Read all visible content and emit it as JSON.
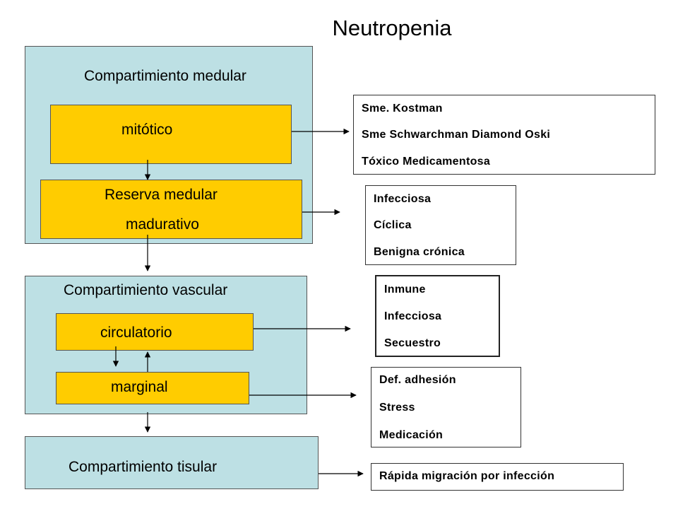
{
  "title": "Neutropenia",
  "medular": {
    "label": "Compartimiento medular",
    "mitotico": "mitótico",
    "reserva": "Reserva medular",
    "madurativo": "madurativo"
  },
  "vascular": {
    "label": "Compartimiento vascular",
    "circulatorio": "circulatorio",
    "marginal": "marginal"
  },
  "tisular": {
    "label": "Compartimiento tisular"
  },
  "causes": {
    "mitotico": [
      "Sme. Kostman",
      "Sme Schwarchman Diamond Oski",
      "Tóxico Medicamentosa"
    ],
    "madurativo": [
      "Infecciosa",
      "Cíclica",
      "Benigna crónica"
    ],
    "circulatorio": [
      "Inmune",
      "Infecciosa",
      "Secuestro"
    ],
    "marginal": [
      "Def. adhesión",
      "Stress",
      "Medicación"
    ],
    "tisular": [
      "Rápida migración por infección"
    ]
  },
  "colors": {
    "compartment": "#bde0e4",
    "cell_box": "#ffcc00",
    "arrow": "#000000"
  }
}
